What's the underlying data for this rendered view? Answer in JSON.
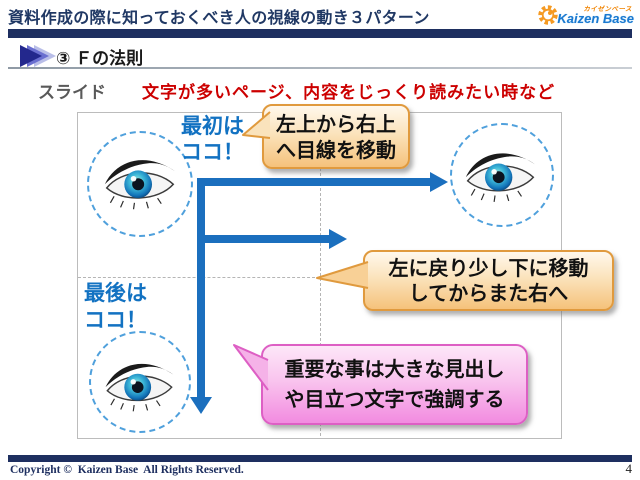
{
  "header": {
    "title": "資料作成の際に知っておくべき人の視線の動き３パターン",
    "logo": {
      "kana": "カイゼンベース",
      "name": "Kaizen Base"
    }
  },
  "section": {
    "title": "③ Ｆの法則"
  },
  "lead": {
    "slide_label": "スライド",
    "note": "文字が多いページ、内容をじっくり読みたい時など"
  },
  "diagram": {
    "first_label": {
      "line1": "最初は",
      "line2": "ココ！"
    },
    "last_label": {
      "line1": "最後は",
      "line2": "ココ！"
    },
    "callouts": [
      {
        "name": "move-top",
        "line1": "左上から右上",
        "line2": "へ目線を移動"
      },
      {
        "name": "return-left",
        "line1": "左に戻り少し下に移動",
        "line2": "してからまた右へ"
      },
      {
        "name": "emphasis",
        "line1": "重要な事は大きな見出し",
        "line2": "や目立つ文字で強調する"
      }
    ]
  },
  "footer": {
    "copyright": "Copyright ©  Kaizen Base  All Rights Reserved.",
    "page": "4"
  },
  "colors": {
    "accent_blue": "#1b6fbe",
    "label_blue": "#1272c2",
    "navy": "#1e2f60",
    "note_red": "#cc0000",
    "callout_orange_border": "#e09a3e",
    "callout_pink_border": "#dd5fc4",
    "dashed_circle_blue": "#4fa0dc"
  }
}
